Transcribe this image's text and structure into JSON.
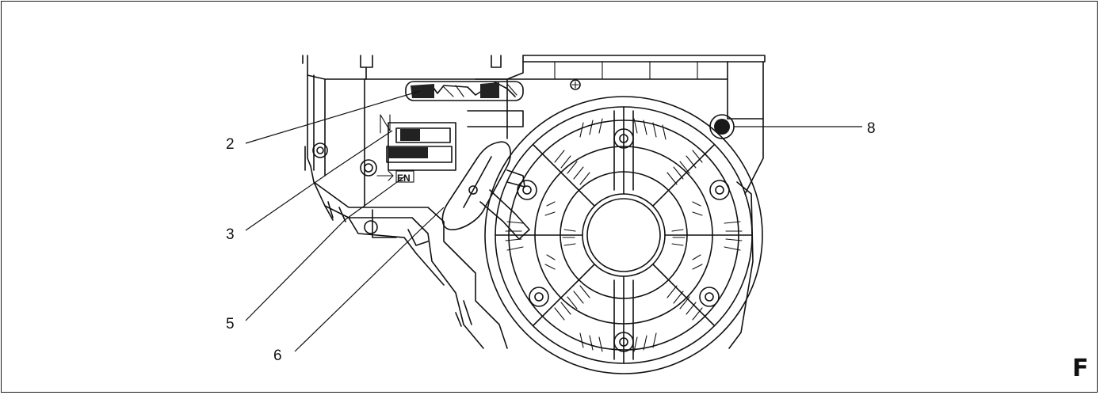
{
  "figure": {
    "letter": "F"
  },
  "callouts": [
    {
      "id": "2",
      "label": "2"
    },
    {
      "id": "3",
      "label": "3"
    },
    {
      "id": "5",
      "label": "5"
    },
    {
      "id": "6",
      "label": "6"
    },
    {
      "id": "8",
      "label": "8"
    }
  ],
  "lever_marks": {
    "top": "N",
    "bottom": "EN"
  }
}
